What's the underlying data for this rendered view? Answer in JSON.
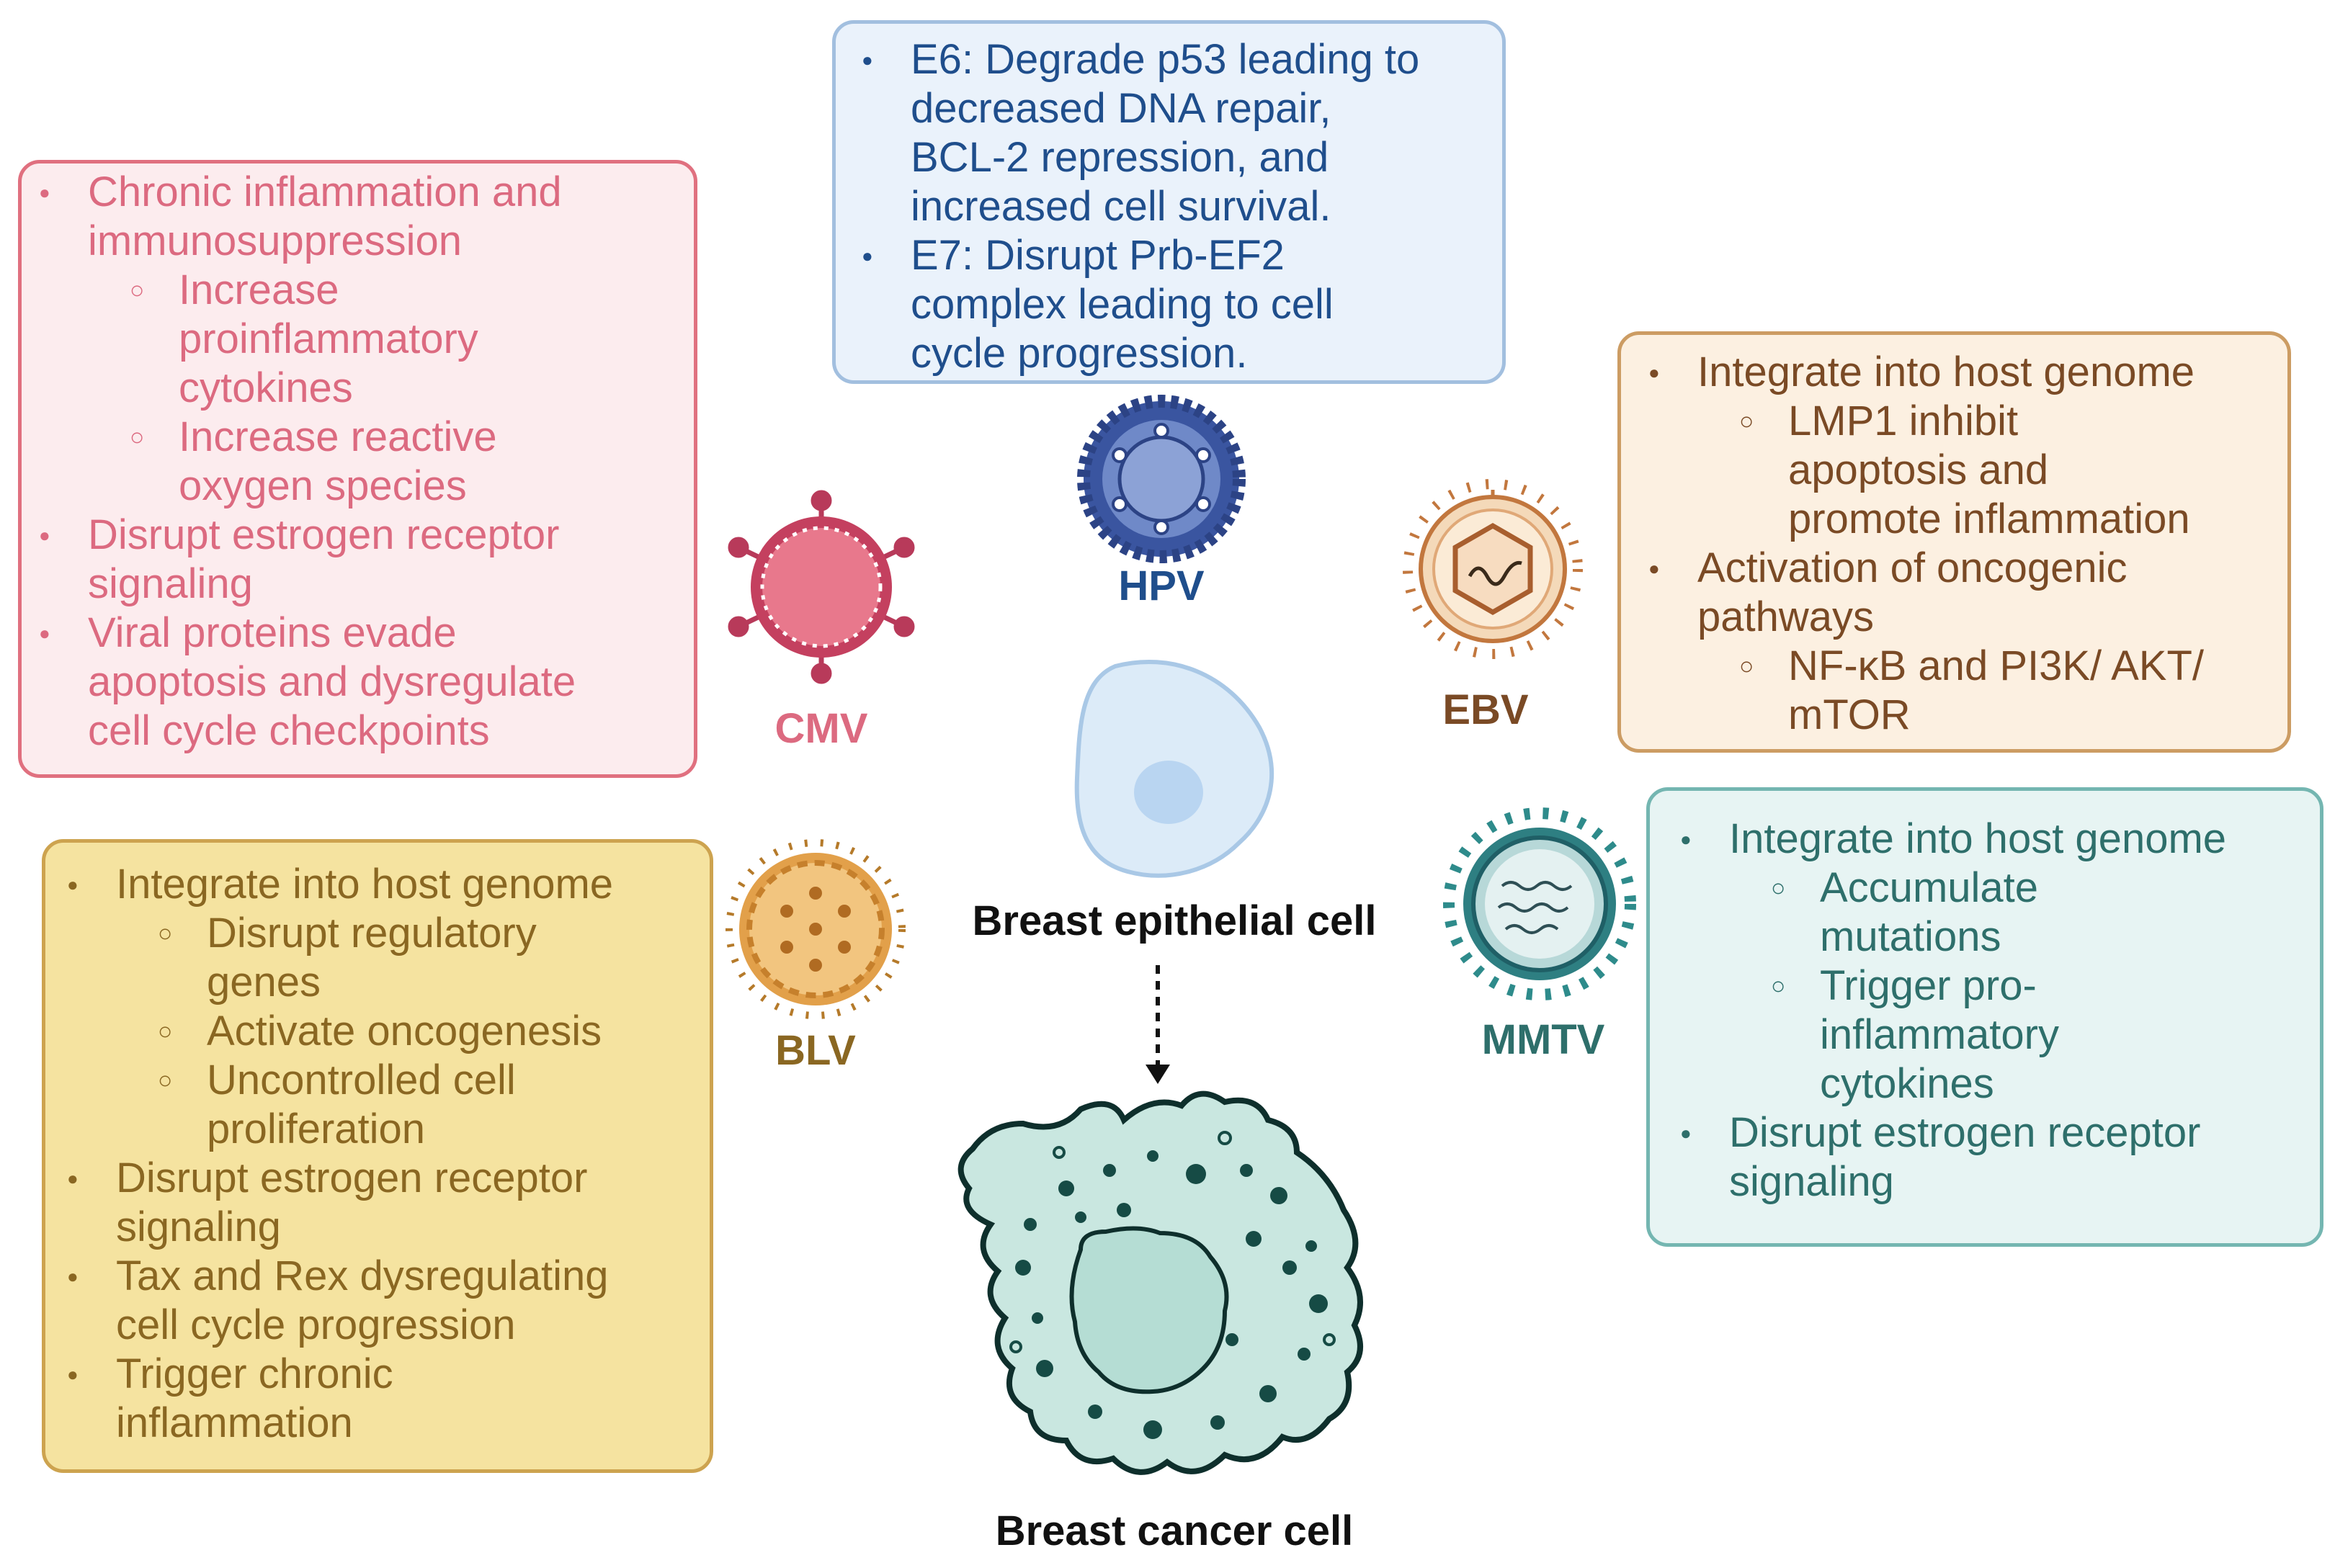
{
  "colors": {
    "cmv": "#dc6a80",
    "hpv": "#1f4e8c",
    "ebv": "#7a4a25",
    "blv": "#8a6722",
    "mmtv": "#2e6f6b",
    "normal_cell": "#dcebf8",
    "cancer_cell": "#c9e7e0"
  },
  "viruses": {
    "cmv": {
      "label": "CMV",
      "icon": "cmv-virus-icon"
    },
    "hpv": {
      "label": "HPV",
      "icon": "hpv-virus-icon"
    },
    "ebv": {
      "label": "EBV",
      "icon": "ebv-virus-icon"
    },
    "blv": {
      "label": "BLV",
      "icon": "blv-virus-icon"
    },
    "mmtv": {
      "label": "MMTV",
      "icon": "mmtv-virus-icon"
    }
  },
  "cells": {
    "normal_label": "Breast epithelial cell",
    "cancer_label": "Breast cancer cell"
  },
  "boxes": {
    "hpv": [
      {
        "level": 1,
        "text": "E6: Degrade p53 leading to"
      },
      {
        "level": 0,
        "text": "decreased DNA repair,"
      },
      {
        "level": 0,
        "text": "BCL-2 repression, and"
      },
      {
        "level": 0,
        "text": "increased cell survival."
      },
      {
        "level": 1,
        "text": "E7: Disrupt Prb-EF2"
      },
      {
        "level": 0,
        "text": "complex leading to cell"
      },
      {
        "level": 0,
        "text": "cycle progression."
      }
    ],
    "cmv": [
      {
        "level": 1,
        "text": "Chronic inflammation and"
      },
      {
        "level": 0,
        "text": "immunosuppression"
      },
      {
        "level": 2,
        "text": "Increase"
      },
      {
        "level": 3,
        "text": "proinflammatory"
      },
      {
        "level": 3,
        "text": "cytokines"
      },
      {
        "level": 2,
        "text": "Increase reactive"
      },
      {
        "level": 3,
        "text": "oxygen species"
      },
      {
        "level": 1,
        "text": "Disrupt estrogen receptor"
      },
      {
        "level": 0,
        "text": "signaling"
      },
      {
        "level": 1,
        "text": "Viral proteins evade"
      },
      {
        "level": 0,
        "text": "apoptosis and dysregulate"
      },
      {
        "level": 0,
        "text": "cell cycle checkpoints"
      }
    ],
    "ebv": [
      {
        "level": 1,
        "text": "Integrate into host genome"
      },
      {
        "level": 2,
        "text": "LMP1 inhibit"
      },
      {
        "level": 3,
        "text": "apoptosis and"
      },
      {
        "level": 3,
        "text": "promote inflammation"
      },
      {
        "level": 1,
        "text": "Activation of oncogenic"
      },
      {
        "level": 0,
        "text": "pathways"
      },
      {
        "level": 2,
        "text": "NF-κB and PI3K/ AKT/"
      },
      {
        "level": 3,
        "text": "mTOR"
      }
    ],
    "blv": [
      {
        "level": 1,
        "text": "Integrate into host genome"
      },
      {
        "level": 2,
        "text": "Disrupt regulatory"
      },
      {
        "level": 3,
        "text": "genes"
      },
      {
        "level": 2,
        "text": "Activate oncogenesis"
      },
      {
        "level": 2,
        "text": "Uncontrolled cell"
      },
      {
        "level": 3,
        "text": "proliferation"
      },
      {
        "level": 1,
        "text": "Disrupt estrogen receptor"
      },
      {
        "level": 0,
        "text": "signaling"
      },
      {
        "level": 1,
        "text": "Tax and Rex dysregulating"
      },
      {
        "level": 0,
        "text": "cell cycle progression"
      },
      {
        "level": 1,
        "text": "Trigger chronic"
      },
      {
        "level": 0,
        "text": "inflammation"
      }
    ],
    "mmtv": [
      {
        "level": 1,
        "text": "Integrate into host genome"
      },
      {
        "level": 2,
        "text": "Accumulate"
      },
      {
        "level": 3,
        "text": "mutations"
      },
      {
        "level": 2,
        "text": "Trigger pro-"
      },
      {
        "level": 3,
        "text": "inflammatory"
      },
      {
        "level": 3,
        "text": "cytokines"
      },
      {
        "level": 1,
        "text": "Disrupt estrogen receptor"
      },
      {
        "level": 0,
        "text": "signaling"
      }
    ]
  }
}
